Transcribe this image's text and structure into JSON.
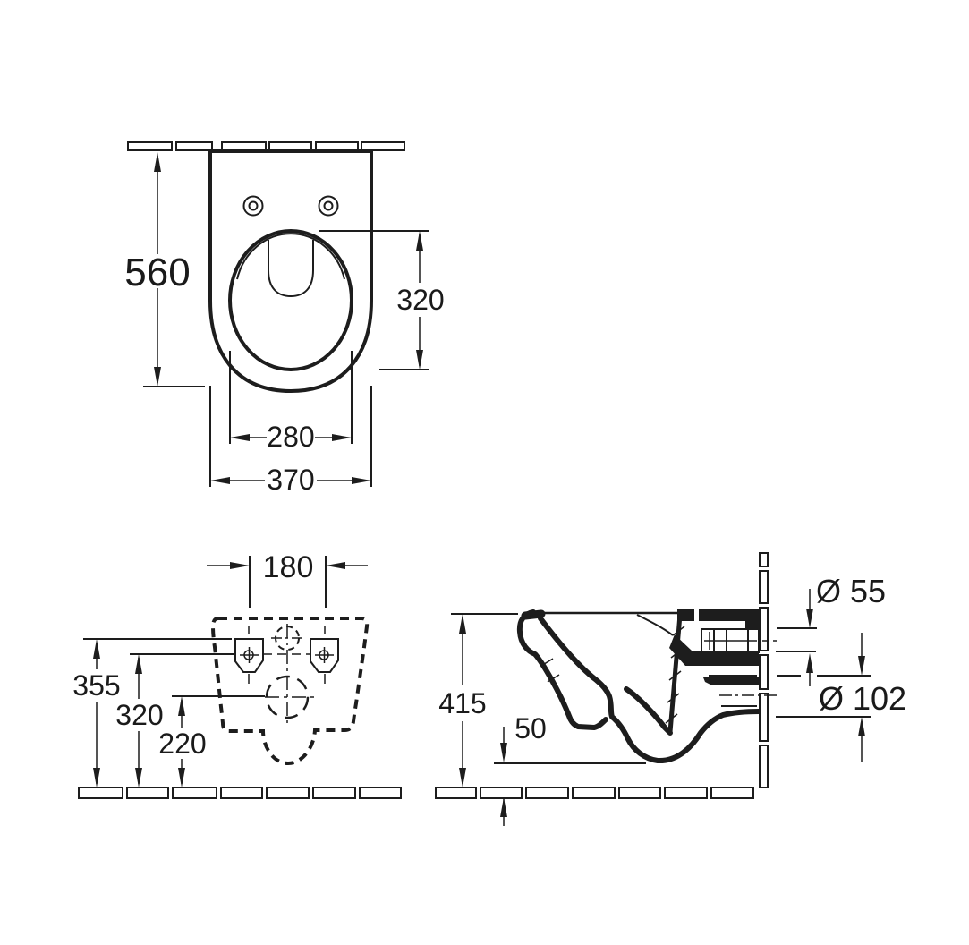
{
  "views": {
    "top": {
      "depth": "560",
      "bowl_length": "320",
      "bowl_width": "280",
      "width": "370"
    },
    "rear": {
      "hole_spacing": "180",
      "hole_top_height": "355",
      "hole_center_height": "320",
      "drain_center_height": "220"
    },
    "side": {
      "rim_height": "415",
      "clearance": "50",
      "inlet_diameter": "Ø 55",
      "outlet_diameter": "Ø 102"
    }
  },
  "colors": {
    "line": "#1d1d1d",
    "background": "#ffffff"
  }
}
